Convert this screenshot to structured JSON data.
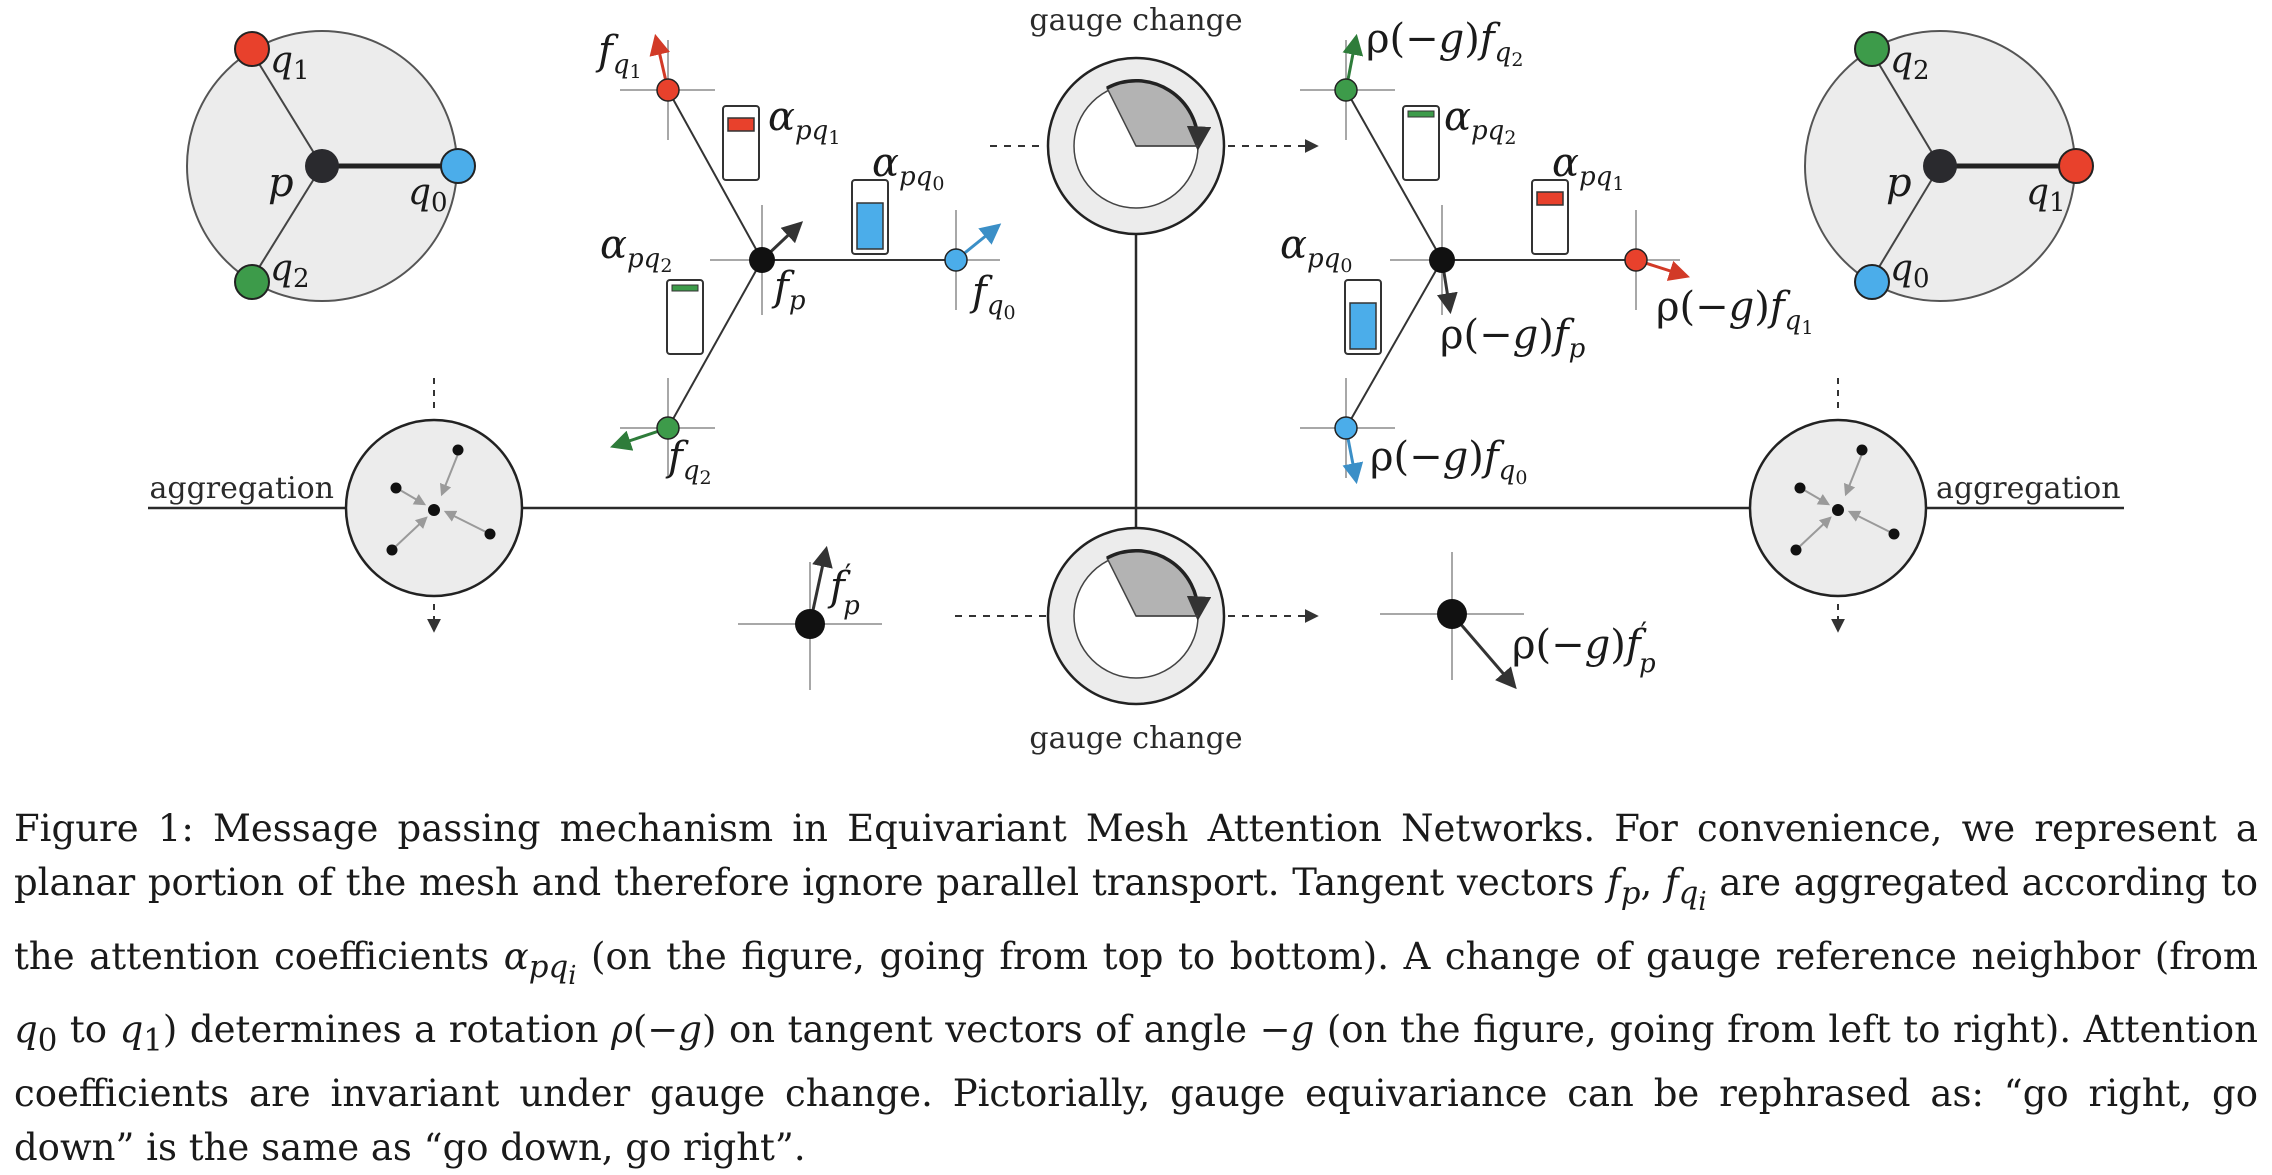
{
  "figure": {
    "labels": {
      "gauge_change_top": "gauge change",
      "gauge_change_bottom": "gauge change",
      "aggregation_left": "aggregation",
      "aggregation_right": "aggregation"
    },
    "colors": {
      "red": "#e8412c",
      "blue": "#4badea",
      "green": "#3d9b4a",
      "black": "#111111",
      "disk_fill": "#ececec",
      "wedge_fill": "#b3b3b3",
      "axis": "#a8a8a8"
    },
    "attention_levels": {
      "alpha_pq0": 0.8,
      "alpha_pq1": 0.25,
      "alpha_pq2": 0.12
    },
    "icons": [
      "mesh-neighborhood-icon",
      "gauge-rotation-dial-icon",
      "aggregation-disk-icon",
      "tangent-vector-arrow-icon"
    ]
  },
  "caption": {
    "prefix": "Figure 1:",
    "text": "Message passing mechanism in Equivariant Mesh Attention Networks. For convenience, we represent a planar portion of the mesh and therefore ignore parallel transport. Tangent vectors f_p, f_{q_i} are aggregated according to the attention coefficients α_{pq_i} (on the figure, going from top to bottom). A change of gauge reference neighbor (from q_0 to q_1) determines a rotation ρ(−g) on tangent vectors of angle −g (on the figure, going from left to right). Attention coefficients are invariant under gauge change. Pictorially, gauge equivariance can be rephrased as: “go right, go down” is the same as “go down, go right”."
  }
}
